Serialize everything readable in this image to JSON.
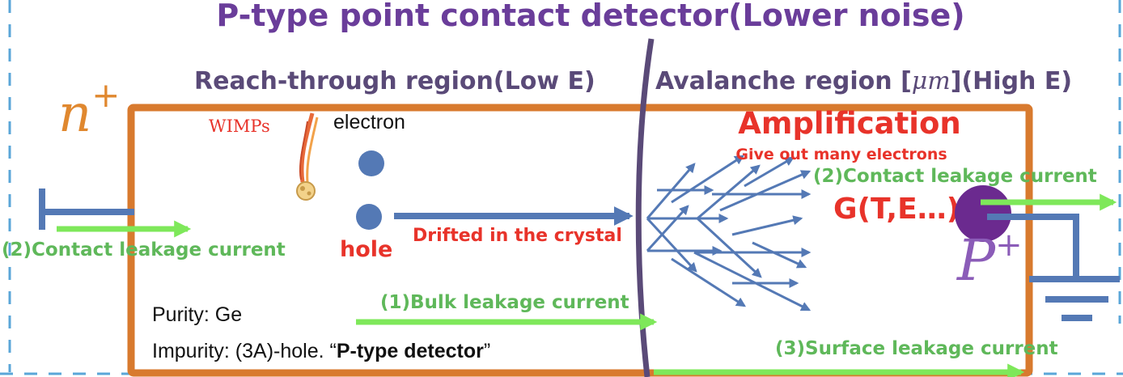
{
  "title": "P-type point contact detector(Lower noise)",
  "regions": {
    "reach_through": "Reach-through region(Low E)",
    "avalanche_prefix": "Avalanche region [",
    "avalanche_unit": "μm",
    "avalanche_suffix": "](High E)"
  },
  "contacts": {
    "n_plus_base": "n",
    "n_plus_sup": "+",
    "p_plus_base": "P",
    "p_plus_sup": "+"
  },
  "particles": {
    "wimps": "WIMPs",
    "electron": "electron",
    "hole": "hole"
  },
  "labels": {
    "drifted": "Drifted in the crystal",
    "amplification": "Amplification",
    "give_out": "Give out many electrons",
    "gain": "G(T,E…)",
    "contact_leakage_right": "(2)Contact leakage current",
    "contact_leakage_left": "(2)Contact leakage current",
    "bulk_leakage": "(1)Bulk leakage current",
    "surface_leakage": "(3)Surface leakage current"
  },
  "material": {
    "purity": "Purity: Ge",
    "impurity_prefix": "Impurity: (3A)-hole. “",
    "impurity_bold": "P-type detector",
    "impurity_suffix": "”"
  },
  "colors": {
    "title": "#6a3d9a",
    "region_text": "#5a4a78",
    "box_border": "#d87a2e",
    "n_plus": "#e0882f",
    "red_text": "#e8332a",
    "green_text": "#5fb85a",
    "green_arrow": "#7ee85a",
    "blue": "#5479b5",
    "purple_contact": "#6b2a8f",
    "divider": "#5a4a78",
    "dashed_border": "#5aa6d8"
  },
  "icons": {
    "wimps": "flame-comet-icon",
    "electron": "blue-circle",
    "hole": "blue-circle",
    "ground": "ground-symbol-icon"
  }
}
